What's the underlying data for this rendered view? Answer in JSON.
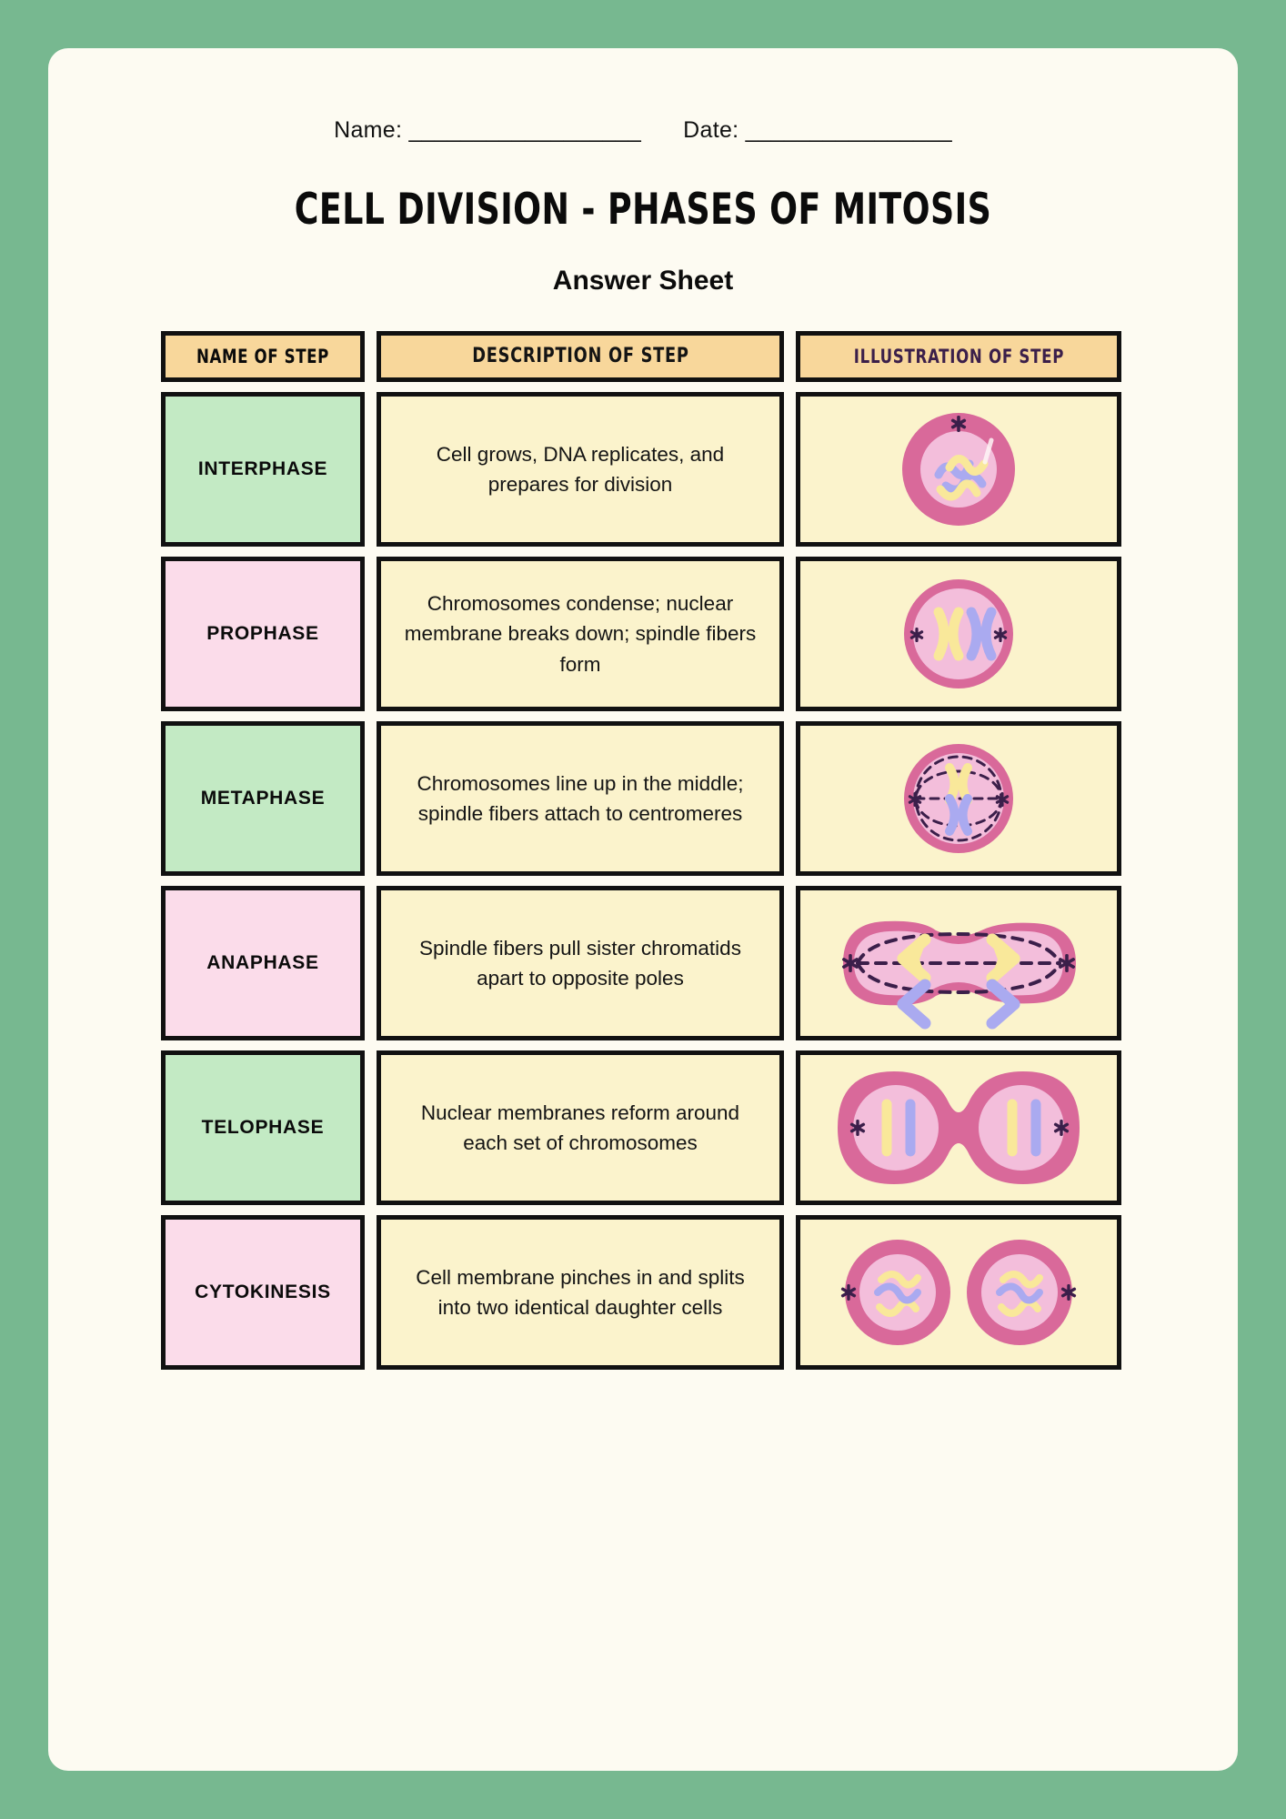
{
  "colors": {
    "page_border": "#77b890",
    "page_bg": "#fdfbf2",
    "header_cell": "#f8d79b",
    "header_text": "#3b1f4a",
    "name_green": "#c3eac4",
    "name_pink": "#fbdcea",
    "desc_bg": "#fbf3cc",
    "cell_membrane": "#d9699a",
    "nucleus": "#f3bedb",
    "chromosome_yellow": "#f9e89a",
    "chromosome_purple": "#aaaaf0",
    "centrosome": "#3b1f4a",
    "border": "#111111"
  },
  "header": {
    "name_label": "Name: __________________",
    "date_label": "Date: ________________",
    "title": "CELL DIVISION - PHASES OF MITOSIS",
    "subtitle": "Answer Sheet"
  },
  "table": {
    "columns": [
      {
        "label": "NAME OF STEP"
      },
      {
        "label": "DESCRIPTION OF STEP"
      },
      {
        "label": "ILLUSTRATION OF STEP"
      }
    ],
    "rows": [
      {
        "name": "INTERPHASE",
        "name_color": "green",
        "description": "Cell grows, DNA replicates, and prepares for division",
        "illustration": "interphase-cell-diagram"
      },
      {
        "name": "PROPHASE",
        "name_color": "pink",
        "description": "Chromosomes condense; nuclear membrane breaks down; spindle fibers form",
        "illustration": "prophase-cell-diagram"
      },
      {
        "name": "METAPHASE",
        "name_color": "green",
        "description": "Chromosomes line up in the middle; spindle fibers attach to centromeres",
        "illustration": "metaphase-cell-diagram"
      },
      {
        "name": "ANAPHASE",
        "name_color": "pink",
        "description": "Spindle fibers pull sister chromatids apart to opposite poles",
        "illustration": "anaphase-cell-diagram"
      },
      {
        "name": "TELOPHASE",
        "name_color": "green",
        "description": "Nuclear membranes reform around each set of chromosomes",
        "illustration": "telophase-cell-diagram"
      },
      {
        "name": "CYTOKINESIS",
        "name_color": "pink",
        "description": "Cell membrane pinches in and splits into two identical daughter cells",
        "illustration": "cytokinesis-cell-diagram"
      }
    ]
  }
}
